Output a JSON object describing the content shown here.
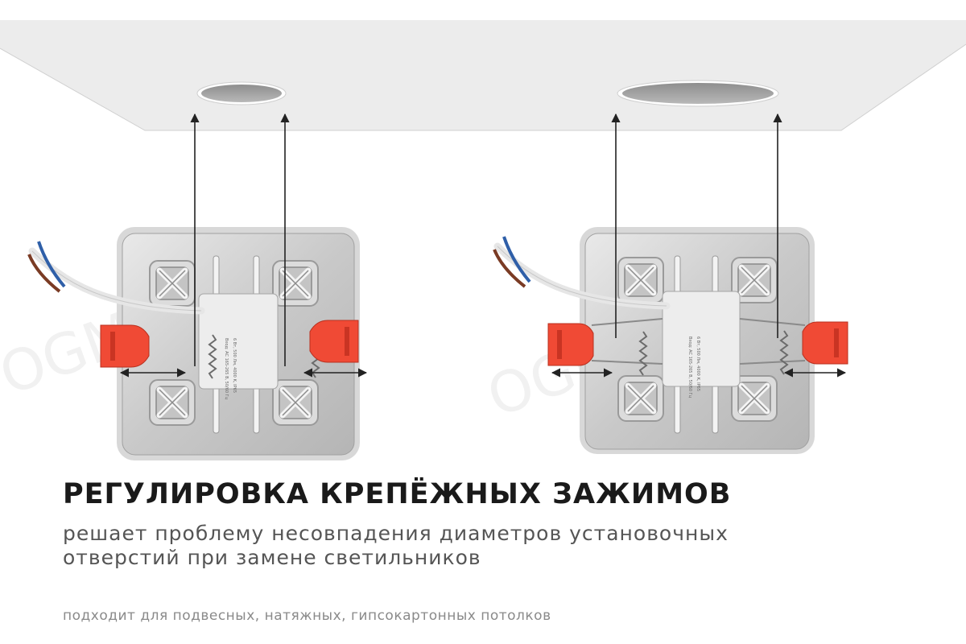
{
  "headline": "РЕГУЛИРОВКА КРЕПЁЖНЫХ ЗАЖИМОВ",
  "subline": [
    "решает проблему несовпадения диаметров установочных",
    "отверстий при замене светильников"
  ],
  "footnote": "подходит для подвесных, натяжных, гипсокартонных потолков",
  "watermark": "OGM",
  "colors": {
    "ceiling": "#ececec",
    "hole_inner": "#a8a8a8",
    "clip": "#f04a35",
    "arrow": "#222222",
    "housing": "#d2d2d2",
    "wire_blue": "#2f5fa8",
    "wire_brown": "#7a3b24"
  },
  "icons": {
    "ceiling": "ceiling-panel",
    "fixture": "square-led-panel",
    "clip": "spring-clip",
    "arrow": "double-arrow"
  }
}
